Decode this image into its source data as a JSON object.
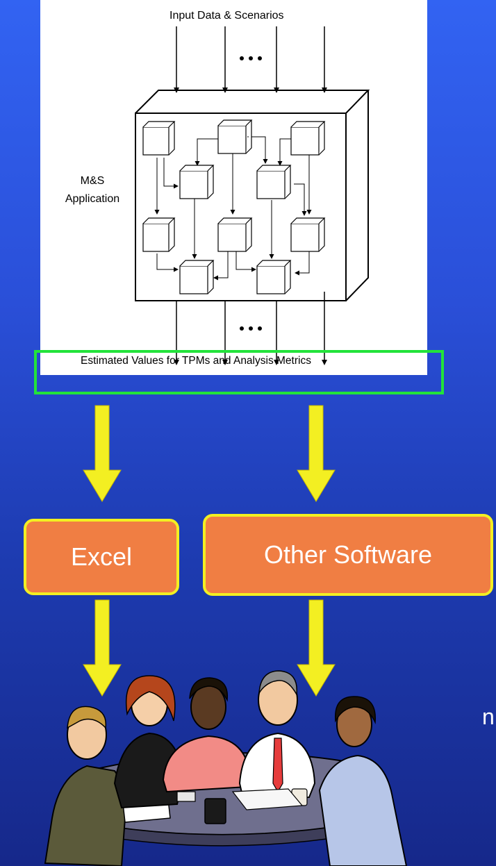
{
  "diagram": {
    "input_label": "Input Data & Scenarios",
    "app_label": "M&S\nApplication",
    "output_label": "Estimated Values for TPMs and Analysis Metrics",
    "ellipsis": "• • •"
  },
  "tools": {
    "excel_label": "Excel",
    "other_label": "Other Software"
  },
  "cut_text": "n",
  "colors": {
    "background_top": "#3263f2",
    "background_bottom": "#16288a",
    "box_fill": "#f07e43",
    "box_border": "#f3ef22",
    "highlight": "#22e33a",
    "arrow": "#f3ef22"
  }
}
